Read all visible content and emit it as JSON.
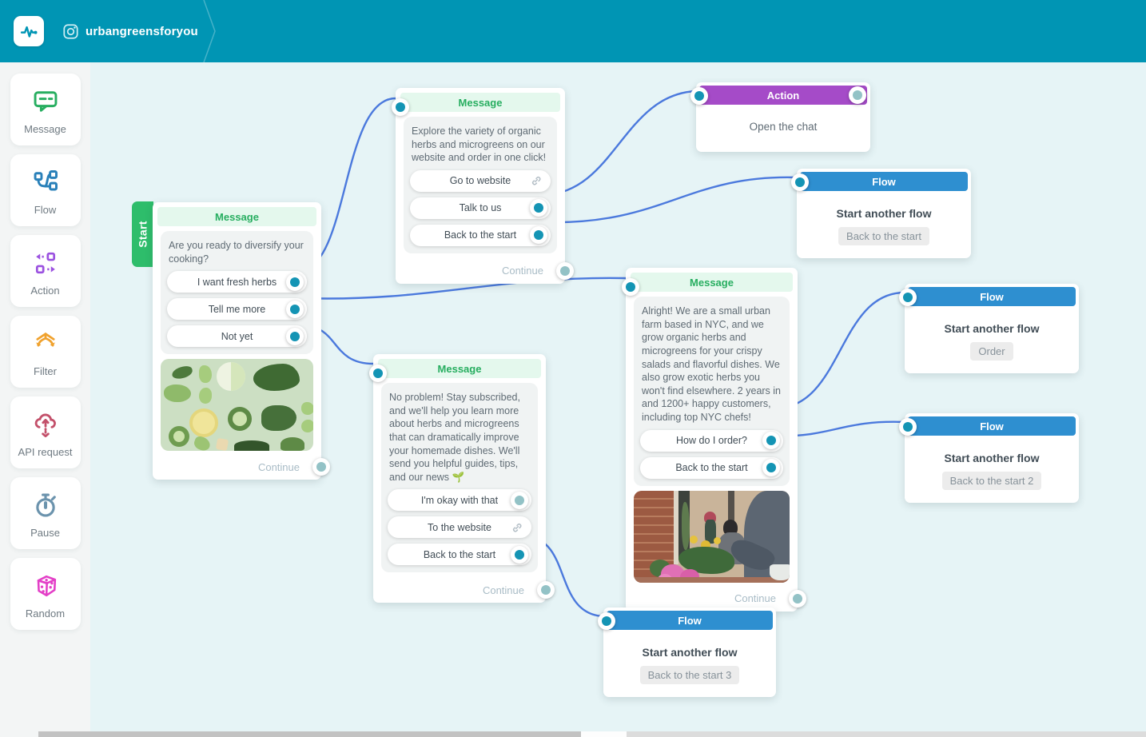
{
  "header": {
    "account_name": "urbangreensforyou",
    "logo_icon": "pulse-icon",
    "channel_icon": "instagram-icon",
    "bg_color": "#0095b4"
  },
  "sidebar": {
    "items": [
      {
        "label": "Message",
        "icon": "message-icon",
        "color": "#27ae60"
      },
      {
        "label": "Flow",
        "icon": "flow-icon",
        "color": "#2980b9"
      },
      {
        "label": "Action",
        "icon": "action-icon",
        "color": "#9b51e0"
      },
      {
        "label": "Filter",
        "icon": "filter-icon",
        "color": "#f0a22e"
      },
      {
        "label": "API request",
        "icon": "api-request-icon",
        "color": "#c3506a"
      },
      {
        "label": "Pause",
        "icon": "pause-icon",
        "color": "#6b93ad"
      },
      {
        "label": "Random",
        "icon": "random-icon",
        "color": "#e33fc7"
      }
    ]
  },
  "canvas": {
    "start_label": "Start",
    "continue_label": "Continue",
    "nodes": {
      "start_message": {
        "type": "Message",
        "text": "Are you ready to diversify your cooking?",
        "buttons": [
          "I want fresh herbs",
          "Tell me more",
          "Not yet"
        ],
        "image": "flat-lay of green vegetables, herbs and lemon slices"
      },
      "website_message": {
        "type": "Message",
        "text": "Explore the variety of organic herbs and microgreens on our website and order in one click!",
        "buttons": [
          "Go to website",
          "Talk to us",
          "Back to the start"
        ]
      },
      "open_chat_action": {
        "type": "Action",
        "text": "Open the chat"
      },
      "flow_back_1": {
        "type": "Flow",
        "title": "Start another flow",
        "chip": "Back to the start"
      },
      "about_message": {
        "type": "Message",
        "text": "Alright! We are a small urban farm based in NYC, and we grow organic herbs and microgreens for your crispy salads and flavorful dishes. We also grow exotic herbs you won't find elsewhere. 2 years in and 1200+ happy customers, including top NYC chefs!",
        "buttons": [
          "How do I order?",
          "Back to the start"
        ],
        "image": "people potting flowers beside a brick wall"
      },
      "flow_order": {
        "type": "Flow",
        "title": "Start another flow",
        "chip": "Order"
      },
      "flow_back_2": {
        "type": "Flow",
        "title": "Start another flow",
        "chip": "Back to the start 2"
      },
      "subscribe_message": {
        "type": "Message",
        "text": "No problem! Stay subscribed, and we'll help you learn more about herbs and microgreens that can dramatically improve your homemade dishes. We'll send you helpful guides, tips, and our news 🌱",
        "buttons": [
          "I'm okay with that",
          "To the website",
          "Back to the start"
        ]
      },
      "flow_back_3": {
        "type": "Flow",
        "title": "Start another flow",
        "chip": "Back to the start 3"
      }
    }
  },
  "colors": {
    "header_teal": "#0095b4",
    "canvas_bg": "#e6f4f6",
    "message_green": "#27ae60",
    "action_purple": "#a54bc8",
    "flow_blue": "#2e8fd0",
    "wire_blue": "#2f63d8",
    "port_teal": "#1494b4",
    "port_pale": "#93c2c6",
    "start_green": "#2ebd6b"
  }
}
